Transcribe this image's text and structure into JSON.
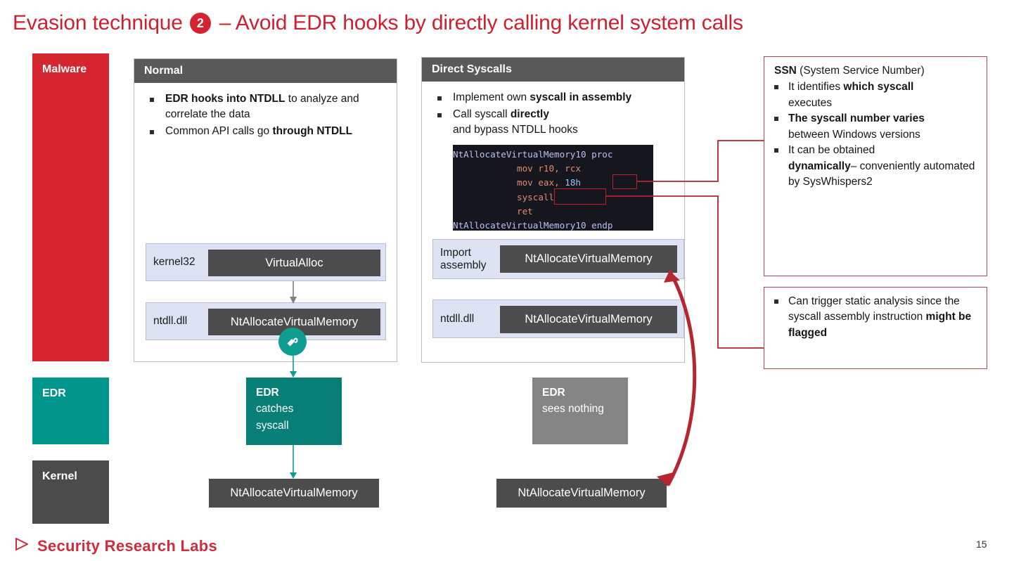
{
  "slide": {
    "title_pre": "Evasion technique",
    "title_badge": "2",
    "title_post": "– Avoid EDR hooks by directly calling kernel system calls",
    "page_number": "15",
    "accent_red": "#cf2030",
    "accent_teal": "#01968b",
    "accent_gray": "#4b4b4b"
  },
  "lanes": [
    {
      "label": "Malware",
      "color": "#d5252f"
    },
    {
      "label": "EDR",
      "color": "#01968b"
    },
    {
      "label": "Kernel",
      "color": "#4b4b4b"
    }
  ],
  "normal_panel": {
    "header": "Normal",
    "bullets": [
      {
        "strong": "EDR hooks into NTDLL",
        "rest": " to analyze and correlate the data",
        "bold_first": true
      },
      {
        "pre": "Common API calls go ",
        "strong": "through NTDLL",
        "bold_first": false
      }
    ],
    "rows": [
      {
        "label": "kernel32",
        "button": "VirtualAlloc"
      },
      {
        "label": "ntdll.dll",
        "button": "NtAllocateVirtualMemory"
      }
    ],
    "hook_icon": "hook-icon-active",
    "edr_box": {
      "title": "EDR",
      "line1": "catches",
      "line2": "syscall"
    },
    "kernel_box": "NtAllocateVirtualMemory"
  },
  "direct_panel": {
    "header": "Direct Syscalls",
    "bullets": [
      {
        "pre": "Implement own ",
        "strong": "syscall in assembly"
      },
      {
        "pre": "Call syscall ",
        "strong": "directly",
        "post": "and bypass NTDLL hooks"
      }
    ],
    "code": {
      "background": "#16161f",
      "lines": [
        {
          "indent": 0,
          "tokens": [
            {
              "t": "NtAllocateVirtualMemory10 proc",
              "c": "name"
            }
          ]
        },
        {
          "indent": 1,
          "tokens": [
            {
              "t": "mov r10, rcx",
              "c": "op"
            }
          ]
        },
        {
          "indent": 1,
          "tokens": [
            {
              "t": "mov eax, ",
              "c": "op"
            },
            {
              "t": "18h",
              "c": "num"
            }
          ]
        },
        {
          "indent": 1,
          "tokens": [
            {
              "t": "syscall",
              "c": "op"
            }
          ]
        },
        {
          "indent": 1,
          "tokens": [
            {
              "t": "ret",
              "c": "op"
            }
          ]
        },
        {
          "indent": 0,
          "tokens": [
            {
              "t": "NtAllocateVirtualMemory10 endp",
              "c": "name"
            }
          ]
        }
      ],
      "highlight_ssn": "18h",
      "highlight_instruction": "syscall"
    },
    "rows": [
      {
        "label": "Import\nassembly",
        "button": "NtAllocateVirtualMemory"
      },
      {
        "label": "ntdll.dll",
        "button": "NtAllocateVirtualMemory"
      }
    ],
    "hook_icon": "hook-icon-inactive",
    "edr_box": {
      "title": "EDR",
      "line1": "sees nothing"
    },
    "kernel_box": "NtAllocateVirtualMemory"
  },
  "callouts": {
    "ssn": {
      "lead_strong": "SSN",
      "lead_rest": " (System Service Number)",
      "bullets": [
        {
          "pre": "It identifies ",
          "strong": "which syscall",
          "post": "executes"
        },
        {
          "strong": "The syscall number varies",
          "post": "between Windows versions",
          "bold_first": true
        },
        {
          "pre": "It can be obtained ",
          "strong": "dynamically",
          "post": "– conveniently automated by SysWhispers2"
        }
      ]
    },
    "flagged": {
      "bullets": [
        {
          "pre": "Can trigger static analysis since the syscall assembly instruction ",
          "strong": "might be flagged"
        }
      ]
    }
  },
  "footer": {
    "logo_icon": "play-triangle-icon",
    "brand": "Security Research Labs"
  }
}
